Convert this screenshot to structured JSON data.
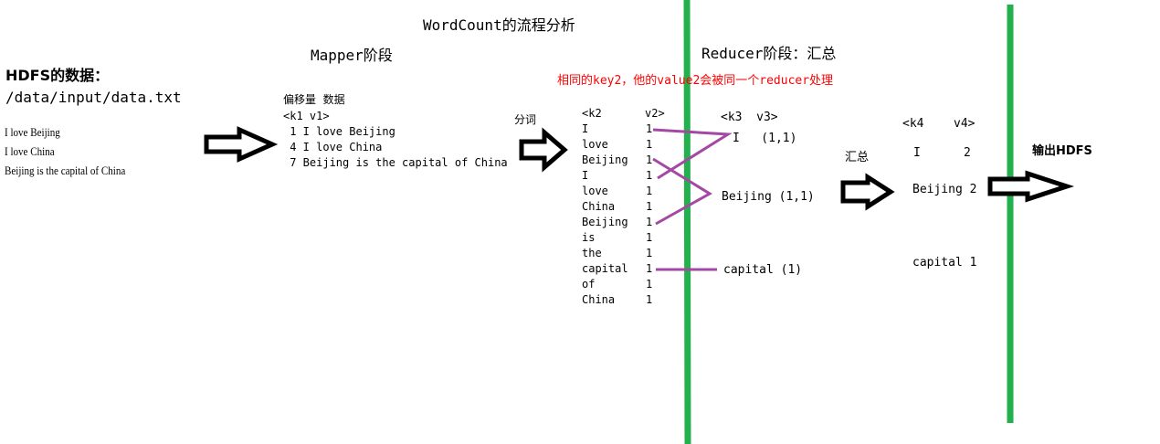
{
  "title": "WordCount的流程分析",
  "hdfs": {
    "label": "HDFS的数据：",
    "path": "/data/input/data.txt",
    "lines": [
      "I love Beijing",
      "I love China",
      "Beijing is the capital of China"
    ]
  },
  "mapper": {
    "title": "Mapper阶段",
    "header": "偏移量  数据",
    "kv": "<k1 v1>",
    "rows": [
      " 1 I love Beijing",
      " 4 I love China",
      " 7 Beijing is the capital of China"
    ]
  },
  "split": {
    "label": "分词",
    "header_k": "<k2",
    "header_v": "v2>",
    "words": [
      "I",
      "love",
      "Beijing",
      "I",
      "love",
      "China",
      "Beijing",
      "is",
      "the",
      "capital",
      "of",
      "China"
    ],
    "values": [
      "1",
      "1",
      "1",
      "1",
      "1",
      "1",
      "1",
      "1",
      "1",
      "1",
      "1",
      "1"
    ]
  },
  "reducer": {
    "title": "Reducer阶段：汇总",
    "note": "相同的key2，他的value2会被同一个reducer处理",
    "kv": "<k3  v3>",
    "groups": [
      "I   (1,1)",
      "Beijing (1,1)",
      "capital (1)"
    ]
  },
  "summary": {
    "label": "汇总",
    "kv_k": "<k4",
    "kv_v": "v4>",
    "row1_k": "I",
    "row1_v": "2",
    "row2": "Beijing 2",
    "row3": "capital 1"
  },
  "output": {
    "label": "输出HDFS"
  },
  "colors": {
    "divider": "#22b14c",
    "connector": "#a349a4",
    "note": "#ff0000"
  }
}
